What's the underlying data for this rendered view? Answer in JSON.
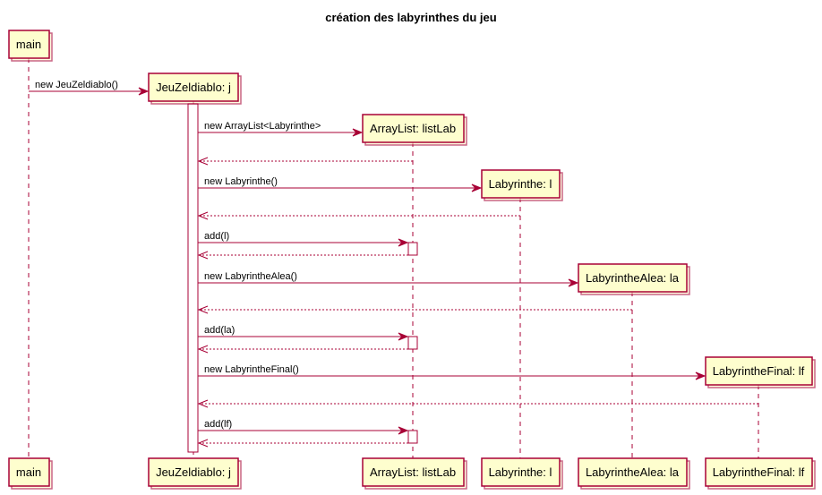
{
  "title": "création des labyrinthes du jeu",
  "participants": [
    {
      "id": "main",
      "label": "main"
    },
    {
      "id": "j",
      "label": "JeuZeldiablo: j"
    },
    {
      "id": "listLab",
      "label": "ArrayList: listLab"
    },
    {
      "id": "l",
      "label": "Labyrinthe: l"
    },
    {
      "id": "la",
      "label": "LabyrintheAlea: la"
    },
    {
      "id": "lf",
      "label": "LabyrintheFinal: lf"
    }
  ],
  "messages": [
    {
      "from": "main",
      "to": "j",
      "label": "new JeuZeldiablo()",
      "kind": "create"
    },
    {
      "from": "j",
      "to": "listLab",
      "label": "new ArrayList<Labyrinthe>",
      "kind": "create"
    },
    {
      "from": "listLab",
      "to": "j",
      "label": "",
      "kind": "return"
    },
    {
      "from": "j",
      "to": "l",
      "label": "new Labyrinthe()",
      "kind": "create"
    },
    {
      "from": "l",
      "to": "j",
      "label": "",
      "kind": "return"
    },
    {
      "from": "j",
      "to": "listLab",
      "label": "add(l)",
      "kind": "call"
    },
    {
      "from": "listLab",
      "to": "j",
      "label": "",
      "kind": "return"
    },
    {
      "from": "j",
      "to": "la",
      "label": "new LabyrintheAlea()",
      "kind": "create"
    },
    {
      "from": "la",
      "to": "j",
      "label": "",
      "kind": "return"
    },
    {
      "from": "j",
      "to": "listLab",
      "label": "add(la)",
      "kind": "call"
    },
    {
      "from": "listLab",
      "to": "j",
      "label": "",
      "kind": "return"
    },
    {
      "from": "j",
      "to": "lf",
      "label": "new LabyrintheFinal()",
      "kind": "create"
    },
    {
      "from": "lf",
      "to": "j",
      "label": "",
      "kind": "return"
    },
    {
      "from": "j",
      "to": "listLab",
      "label": "add(lf)",
      "kind": "call"
    },
    {
      "from": "listLab",
      "to": "j",
      "label": "",
      "kind": "return"
    }
  ]
}
